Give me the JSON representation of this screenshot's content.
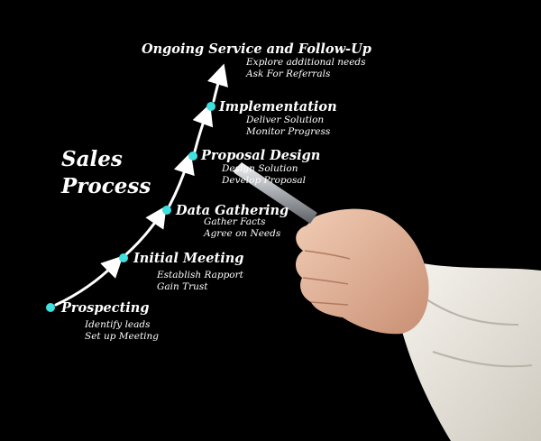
{
  "title_line1": "Sales",
  "title_line2": "Process",
  "stages": [
    {
      "name": "Prospecting",
      "items": [
        "Identify leads",
        "Set up Meeting"
      ]
    },
    {
      "name": "Initial Meeting",
      "items": [
        "Establish Rapport",
        "Gain Trust"
      ]
    },
    {
      "name": "Data Gathering",
      "items": [
        "Gather Facts",
        "Agree on Needs"
      ]
    },
    {
      "name": "Proposal Design",
      "items": [
        "Design Solution",
        "Develop Proposal"
      ]
    },
    {
      "name": "Implementation",
      "items": [
        "Deliver Solution",
        "Monitor Progress"
      ]
    },
    {
      "name": "Ongoing Service and Follow-Up",
      "items": [
        "Explore additional needs",
        "Ask For Referrals"
      ]
    }
  ],
  "colors": {
    "background": "#000000",
    "dot": "#3fe0e0",
    "text": "#ffffff",
    "sleeve": "#e9e5dc",
    "skin": "#e8bfa6",
    "pen": "#c9ccd0"
  }
}
